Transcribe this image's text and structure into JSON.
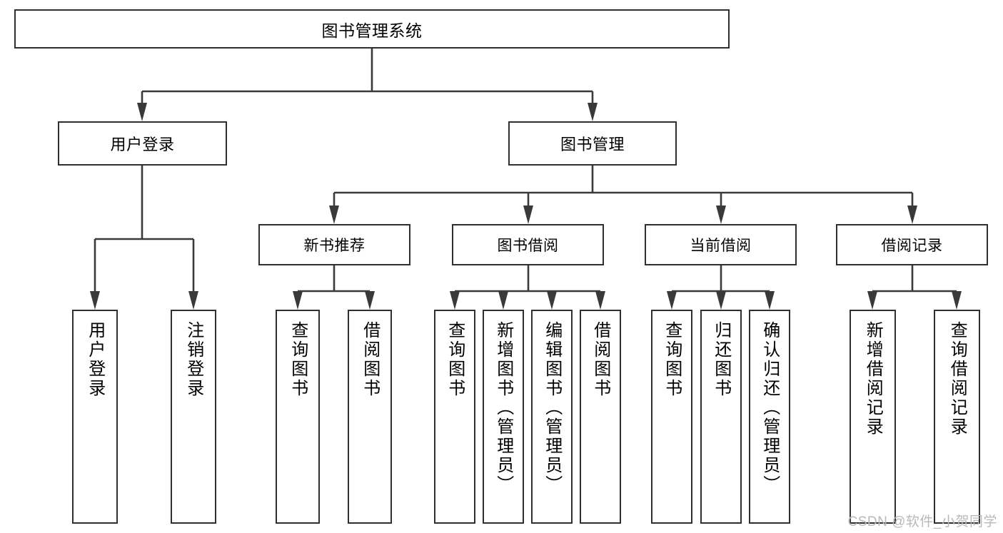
{
  "diagram": {
    "title": "图书管理系统",
    "type": "tree-hierarchy-chart",
    "colors": {
      "background": "#ffffff",
      "box_border": "#2f2f2f",
      "connector": "#3a3a3a",
      "text": "#000000",
      "watermark": "#b9b9b9"
    }
  },
  "root": {
    "label": "图书管理系统"
  },
  "level2": {
    "user_login": {
      "label": "用户登录"
    },
    "book_manage": {
      "label": "图书管理"
    }
  },
  "level3": {
    "new_book": {
      "label": "新书推荐"
    },
    "borrow": {
      "label": "图书借阅"
    },
    "current": {
      "label": "当前借阅"
    },
    "records": {
      "label": "借阅记录"
    }
  },
  "leaves": {
    "user_login": [
      {
        "label": "用户登录"
      },
      {
        "label": "注销登录"
      }
    ],
    "new_book": [
      {
        "label": "查询图书"
      },
      {
        "label": "借阅图书"
      }
    ],
    "borrow": [
      {
        "label": "查询图书"
      },
      {
        "label": "新增图书（管理员）"
      },
      {
        "label": "编辑图书（管理员）"
      },
      {
        "label": "借阅图书"
      }
    ],
    "current": [
      {
        "label": "查询图书"
      },
      {
        "label": "归还图书"
      },
      {
        "label": "确认归还（管理员）"
      }
    ],
    "records": [
      {
        "label": "新增借阅记录"
      },
      {
        "label": "查询借阅记录"
      }
    ]
  },
  "watermark": {
    "text": "CSDN @软件_小贺同学"
  }
}
